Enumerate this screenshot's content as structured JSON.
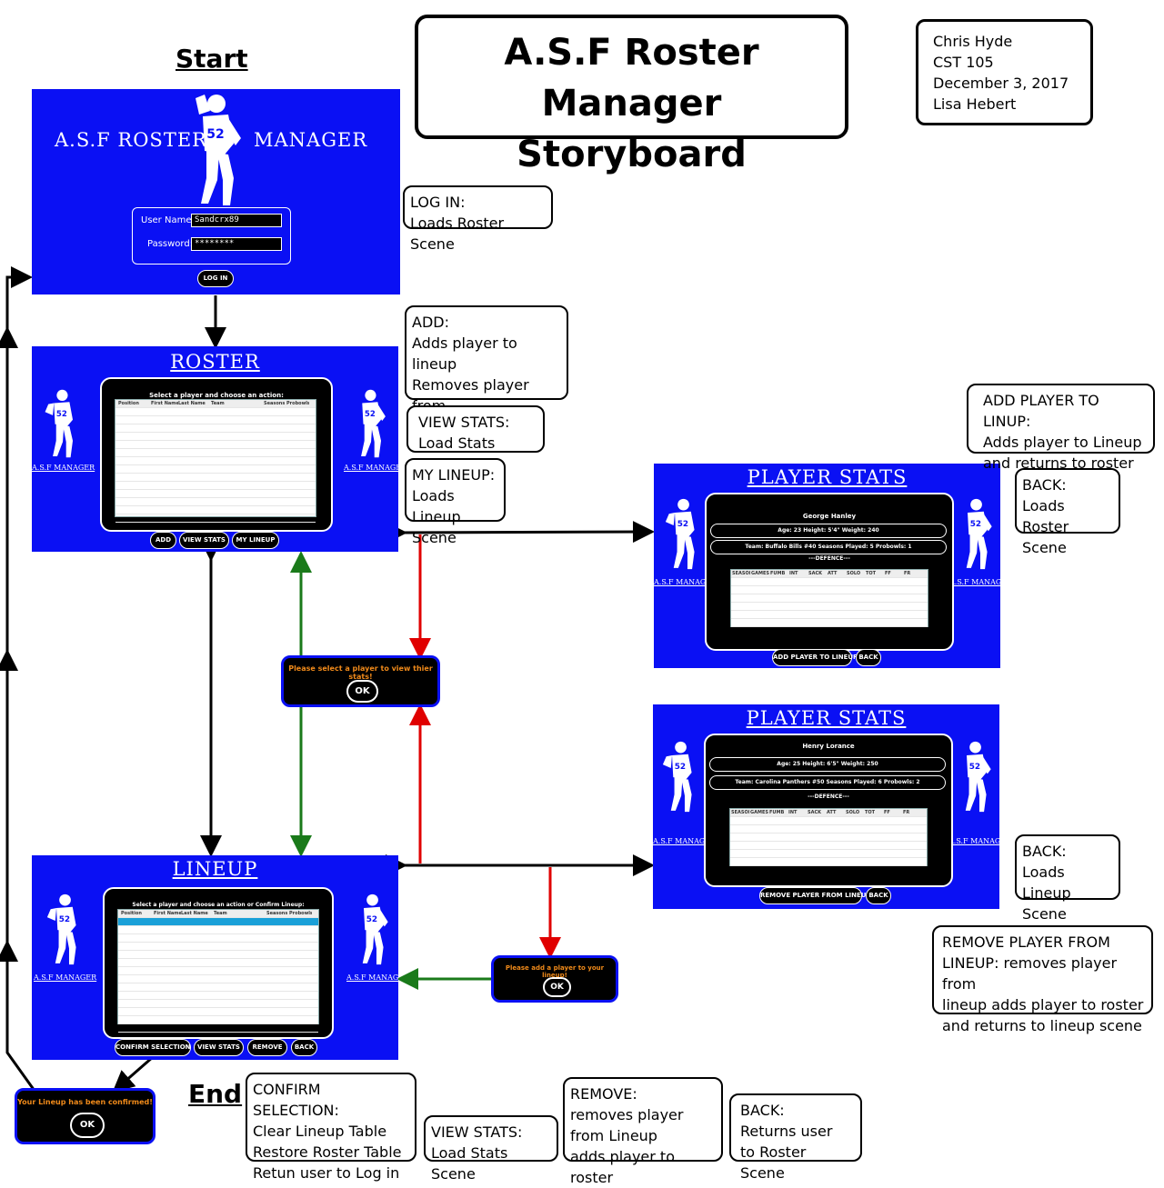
{
  "header": {
    "start": "Start",
    "end": "End",
    "title_line1": "A.S.F Roster Manager",
    "title_line2": "Storyboard",
    "author": "Chris Hyde",
    "course": "CST 105",
    "date": "December 3, 2017",
    "instructor": "Lisa Hebert"
  },
  "login_scene": {
    "logo_left": "A.S.F ROSTER",
    "logo_right": "MANAGER",
    "username_label": "User Name:",
    "username_value": "Sandcrx89",
    "password_label": "Password:",
    "password_value": "********",
    "login_button": "LOG IN"
  },
  "roster_scene": {
    "title": "ROSTER",
    "logo": "A.S.F MANAGER",
    "caption": "Select a player and choose an action:",
    "columns": [
      "Position",
      "First Name",
      "Last Name",
      "Team",
      "Seasons",
      "Probowls"
    ],
    "add_button": "ADD",
    "view_stats_button": "VIEW STATS",
    "my_lineup_button": "MY LINEUP"
  },
  "stats_scene_1": {
    "title": "PLAYER STATS",
    "logo": "A.S.F MANAGER",
    "player": "George Hanley",
    "bio": "Age: 23   Height: 5'4\"   Weight: 240",
    "team": "Team: Buffalo Bills #40   Seasons Played: 5   Probowls: 1",
    "section": "---DEFENCE---",
    "add_button": "ADD PLAYER TO LINEUP",
    "back_button": "BACK"
  },
  "stats_scene_2": {
    "title": "PLAYER STATS",
    "logo": "A.S.F MANAGER",
    "player": "Henry Lorance",
    "bio": "Age: 25   Height: 6'5\"   Weight: 250",
    "team": "Team: Carolina Panthers #50   Seasons Played: 6   Probowls: 2",
    "section": "---DEFENCE---",
    "remove_button": "REMOVE PLAYER FROM LINEUP",
    "back_button": "BACK"
  },
  "stat_columns": [
    "SEASON",
    "GAMES",
    "FUMB",
    "INT",
    "SACK",
    "ATT",
    "SOLO",
    "TOT",
    "FF",
    "FR"
  ],
  "lineup_scene": {
    "title": "LINEUP",
    "logo": "A.S.F MANAGER",
    "caption": "Select a player and choose an action or Confirm Lineup:",
    "columns": [
      "Position",
      "First Name",
      "Last Name",
      "Team",
      "Seasons",
      "Probowls"
    ],
    "confirm_button": "CONFIRM SELECTION",
    "view_stats_button": "VIEW STATS",
    "remove_button": "REMOVE",
    "back_button": "BACK"
  },
  "dialogs": {
    "select_player": "Please select a player to view thier stats!",
    "add_player": "Please add a player to your lineup!",
    "confirmed": "Your Lineup has been confirmed!",
    "ok": "OK"
  },
  "notes": {
    "log_in": "LOG IN:\nLoads Roster Scene",
    "add": "ADD:\nAdds player to lineup\nRemoves player from\nroster table",
    "view_stats_1": "VIEW STATS:\nLoad Stats Scene",
    "my_lineup": "MY LINEUP:\nLoads Lineup\nScene",
    "add_to_lineup": "ADD PLAYER TO LINUP:\nAdds player to Lineup\nand returns to roster",
    "back_roster": "BACK:\nLoads Roster\nScene",
    "back_lineup": "BACK:\nLoads Lineup\nScene",
    "remove_from_lineup": "REMOVE PLAYER FROM\nLINEUP: removes player from\nlineup adds player to roster\nand returns to lineup scene",
    "confirm": "CONFIRM SELECTION:\nClear Lineup Table\nRestore Roster Table\nRetun user to Log in",
    "view_stats_2": "VIEW STATS:\nLoad Stats Scene",
    "remove": "REMOVE:\nremoves player\nfrom Lineup\nadds player to roster",
    "back_user": "BACK:\nReturns user\n to Roster Scene"
  },
  "colors": {
    "scene_blue": "#0a10f4",
    "arrow_black": "#000000",
    "arrow_green": "#1a7a1a",
    "arrow_red": "#e00000",
    "dialog_text": "#f08a1a"
  }
}
